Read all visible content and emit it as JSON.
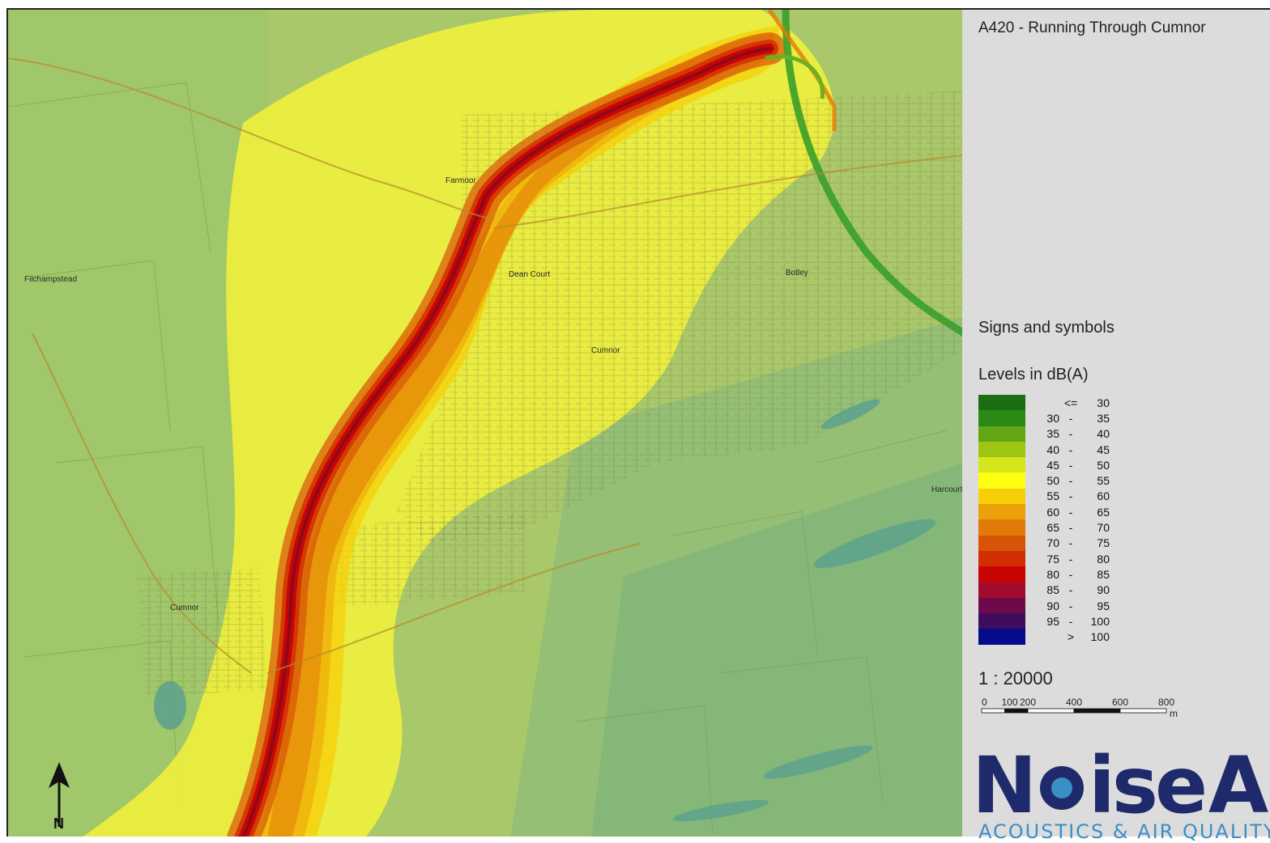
{
  "map": {
    "title": "A420 - Running Through Cumnor",
    "place_labels": [
      "Filchampstead",
      "Cumnor",
      "Cumnor",
      "Dean Court",
      "Botley",
      "Harcourt Hill",
      "Farmoor"
    ],
    "north_arrow_label": "N"
  },
  "legend": {
    "heading": "Signs and symbols",
    "subheading": "Levels in dB(A)",
    "classes": [
      {
        "lo": "",
        "op": "<=",
        "hi": "30",
        "color": "#1b6e12"
      },
      {
        "lo": "30",
        "op": "-",
        "hi": "35",
        "color": "#2b8a15"
      },
      {
        "lo": "35",
        "op": "-",
        "hi": "40",
        "color": "#62a615"
      },
      {
        "lo": "40",
        "op": "-",
        "hi": "45",
        "color": "#9cc613"
      },
      {
        "lo": "45",
        "op": "-",
        "hi": "50",
        "color": "#d5e61a"
      },
      {
        "lo": "50",
        "op": "-",
        "hi": "55",
        "color": "#ffff0f"
      },
      {
        "lo": "55",
        "op": "-",
        "hi": "60",
        "color": "#f6cf08"
      },
      {
        "lo": "60",
        "op": "-",
        "hi": "65",
        "color": "#eba20a"
      },
      {
        "lo": "65",
        "op": "-",
        "hi": "70",
        "color": "#e27a08"
      },
      {
        "lo": "70",
        "op": "-",
        "hi": "75",
        "color": "#d85407"
      },
      {
        "lo": "75",
        "op": "-",
        "hi": "80",
        "color": "#d22e04"
      },
      {
        "lo": "80",
        "op": "-",
        "hi": "85",
        "color": "#c90404"
      },
      {
        "lo": "85",
        "op": "-",
        "hi": "90",
        "color": "#a10b2e"
      },
      {
        "lo": "90",
        "op": "-",
        "hi": "95",
        "color": "#6e0a4a"
      },
      {
        "lo": "95",
        "op": "-",
        "hi": "100",
        "color": "#3f0c5e"
      },
      {
        "lo": "",
        "op": ">",
        "hi": "100",
        "color": "#040b8c"
      }
    ]
  },
  "scale": {
    "ratio": "1 : 20000",
    "ticks": [
      "0",
      "100",
      "200",
      "400",
      "600",
      "800"
    ],
    "unit": "m"
  },
  "logo": {
    "name": "NoiseAir",
    "tagline": "ACOUSTICS & AIR QUALITY",
    "primary_color": "#1e2a6b",
    "accent_color": "#3a8fc4"
  }
}
